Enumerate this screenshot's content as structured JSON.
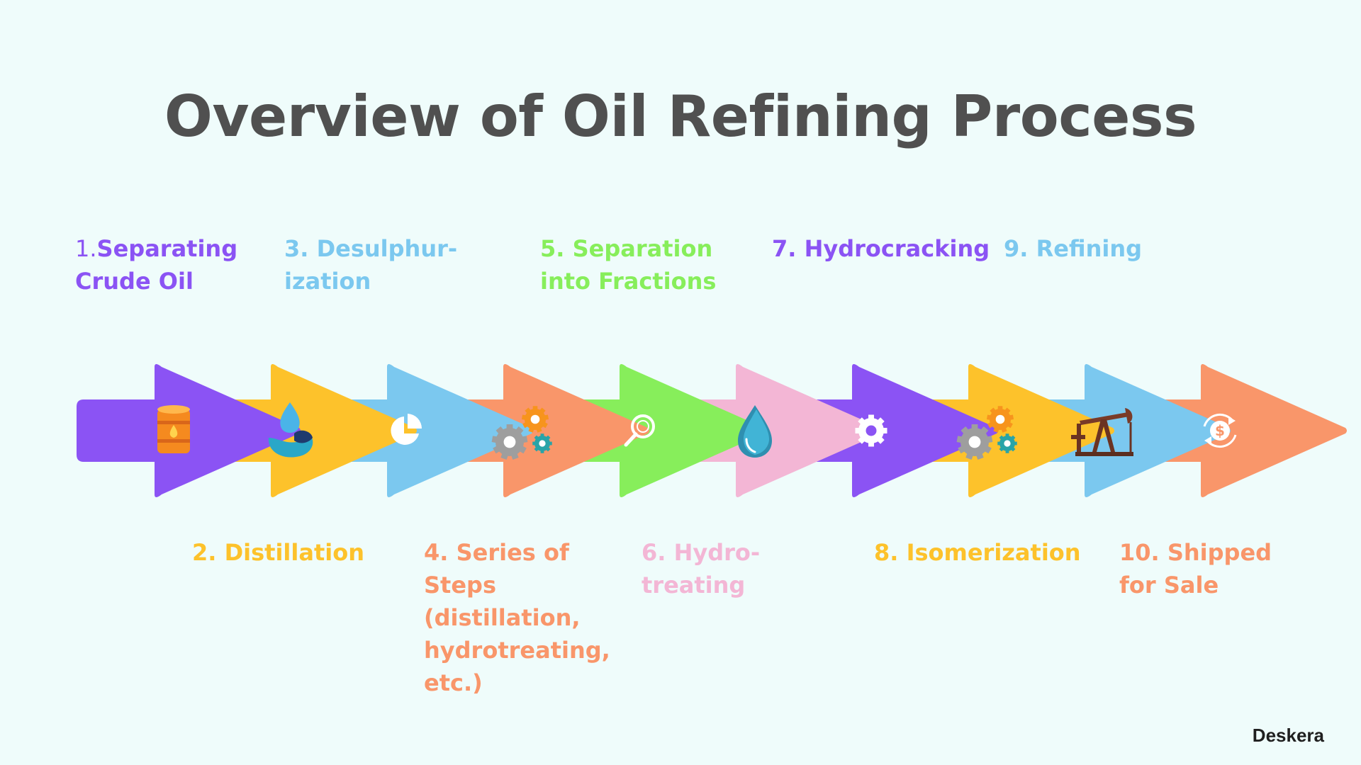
{
  "title": "Overview of Oil Refining Process",
  "colors": {
    "purple": "#8b53f4",
    "yellow": "#fdc22b",
    "blue": "#7bc8ef",
    "orange": "#f9966a",
    "green": "#87ee5b",
    "pink": "#f3b6d5"
  },
  "steps": [
    {
      "number": "1.",
      "text": "Separating\nCrude Oil",
      "color": "#8b53f4",
      "icon": "oil-barrel-icon"
    },
    {
      "number": "2.",
      "text": "Distillation",
      "color": "#fdc22b",
      "icon": "water-drop-hand-icon"
    },
    {
      "number": "3.",
      "text": "Desulphur-\nization",
      "color": "#7bc8ef",
      "icon": "pie-chart-icon"
    },
    {
      "number": "4.",
      "text": "Series of\nSteps\n(distillation,\nhydrotreating,\netc.)",
      "color": "#f9966a",
      "icon": "gears-icon"
    },
    {
      "number": "5.",
      "text": "Separation\ninto Fractions",
      "color": "#87ee5b",
      "icon": "magnifier-icon"
    },
    {
      "number": "6.",
      "text": "Hydro-\ntreating",
      "color": "#f3b6d5",
      "icon": "drop-icon"
    },
    {
      "number": "7.",
      "text": "Hydrocracking",
      "color": "#8b53f4",
      "icon": "gear-icon"
    },
    {
      "number": "8.",
      "text": "Isomerization",
      "color": "#fdc22b",
      "icon": "gears-icon"
    },
    {
      "number": "9.",
      "text": "Refining",
      "color": "#7bc8ef",
      "icon": "oil-pumpjack-icon"
    },
    {
      "number": "10.",
      "text": "Shipped\nfor Sale",
      "color": "#f9966a",
      "icon": "dollar-cycle-icon"
    }
  ],
  "brand": "Deskera"
}
